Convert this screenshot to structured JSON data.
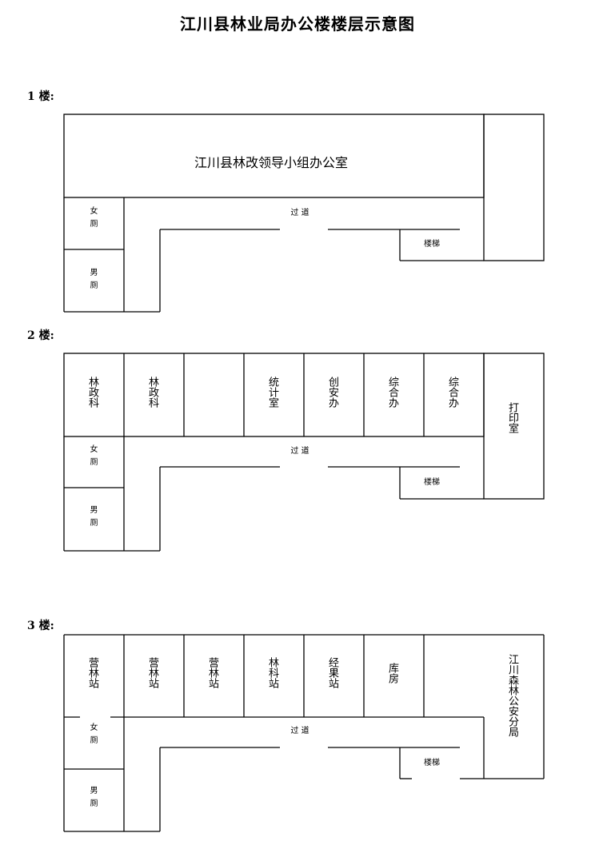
{
  "title": "江川县林业局办公楼楼层示意图",
  "floors": [
    {
      "label": "1 楼:",
      "big_office": "江川县林改领导小组办公室",
      "women": "女厕",
      "men": "男厕",
      "corridor": "过 道",
      "stairs": "楼梯"
    },
    {
      "label": "2 楼:",
      "rooms": [
        "林政科",
        "林政科",
        "",
        "统计室",
        "创安办",
        "综合办",
        "综合办"
      ],
      "right_room": "打印室",
      "women": "女厕",
      "men": "男厕",
      "corridor": "过 道",
      "stairs": "楼梯"
    },
    {
      "label": "3 楼:",
      "rooms": [
        "营林站",
        "营林站",
        "营林站",
        "林科站",
        "经果站",
        "库房",
        ""
      ],
      "right_room": "江川森林公安分局",
      "women": "女厕",
      "men": "男厕",
      "corridor": "过 道",
      "stairs": "楼梯"
    }
  ]
}
